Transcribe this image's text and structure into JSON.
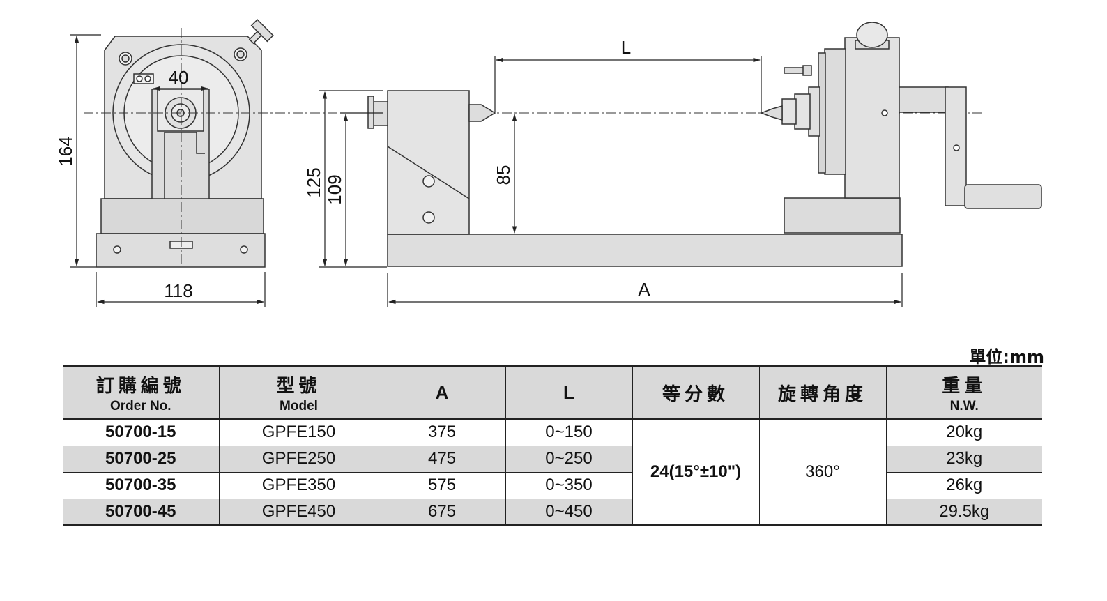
{
  "drawing": {
    "dimensions": {
      "height_total": "164",
      "width_base": "118",
      "slot_width": "40",
      "height_125": "125",
      "height_109": "109",
      "center_height": "85",
      "length_L": "L",
      "length_A": "A"
    }
  },
  "unit_label": "單位:mm",
  "table": {
    "headers": [
      {
        "zh": "訂購編號",
        "en": "Order No."
      },
      {
        "zh": "型號",
        "en": "Model"
      },
      {
        "zh": "A",
        "en": ""
      },
      {
        "zh": "L",
        "en": ""
      },
      {
        "zh": "等分數",
        "en": ""
      },
      {
        "zh": "旋轉角度",
        "en": ""
      },
      {
        "zh": "重量",
        "en": "N.W."
      }
    ],
    "rows": [
      {
        "order": "50700-15",
        "model": "GPFE150",
        "a": "375",
        "l": "0~150",
        "weight": "20kg"
      },
      {
        "order": "50700-25",
        "model": "GPFE250",
        "a": "475",
        "l": "0~250",
        "weight": "23kg"
      },
      {
        "order": "50700-35",
        "model": "GPFE350",
        "a": "575",
        "l": "0~350",
        "weight": "26kg"
      },
      {
        "order": "50700-45",
        "model": "GPFE450",
        "a": "675",
        "l": "0~450",
        "weight": "29.5kg"
      }
    ],
    "divisions": "24(15°±10\")",
    "rotation": "360°"
  }
}
